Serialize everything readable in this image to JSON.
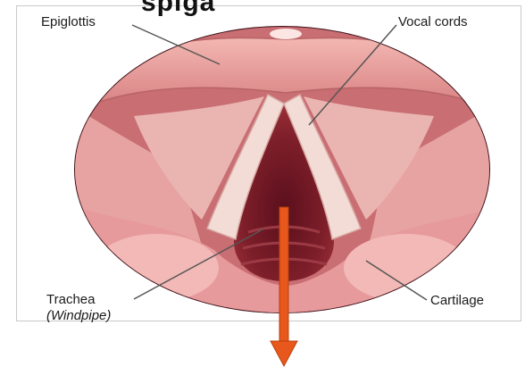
{
  "header_fragment": "spiga",
  "labels": {
    "epiglottis": "Epiglottis",
    "vocal_cords": "Vocal cords",
    "trachea": "Trachea",
    "windpipe": "(Windpipe)",
    "cartilage": "Cartilage"
  },
  "colors": {
    "tissue": "#e9a0a0",
    "tissue_light": "#f6c7c4",
    "deep": "#7e1f2a",
    "cords": "#f4dcd6",
    "arrow": "#e8571b",
    "leader": "#555555"
  }
}
